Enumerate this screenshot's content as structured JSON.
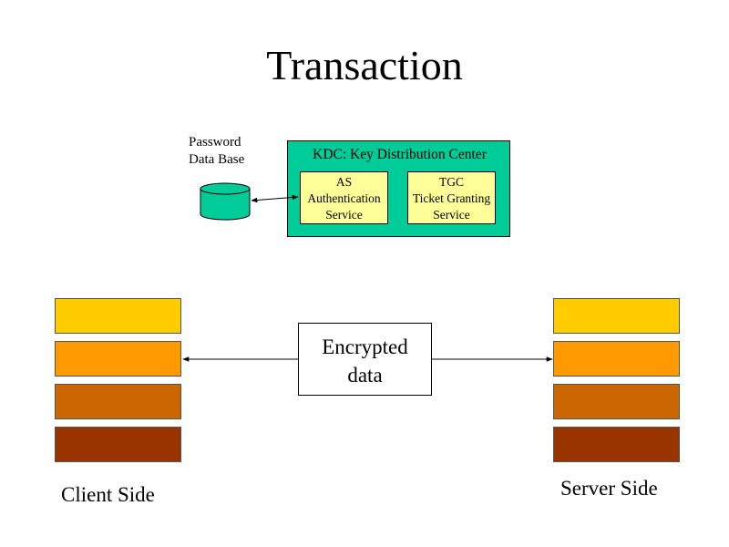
{
  "title": "Transaction",
  "password_db": {
    "label": "Password\nData Base"
  },
  "kdc": {
    "title": "KDC: Key Distribution Center",
    "services": [
      {
        "lines": [
          "AS",
          "Authentication",
          "Service"
        ]
      },
      {
        "lines": [
          "TGC",
          "Ticket Granting",
          "Service"
        ]
      }
    ]
  },
  "encrypted": "Encrypted\ndata",
  "client": {
    "label": "Client Side"
  },
  "server": {
    "label": "Server Side"
  },
  "colors": {
    "kdc_fill": "#00cc99",
    "service_fill": "#ffff99",
    "db_fill": "#00cc99",
    "layers": [
      "#ffcc00",
      "#ff9900",
      "#cc6600",
      "#993300"
    ]
  }
}
